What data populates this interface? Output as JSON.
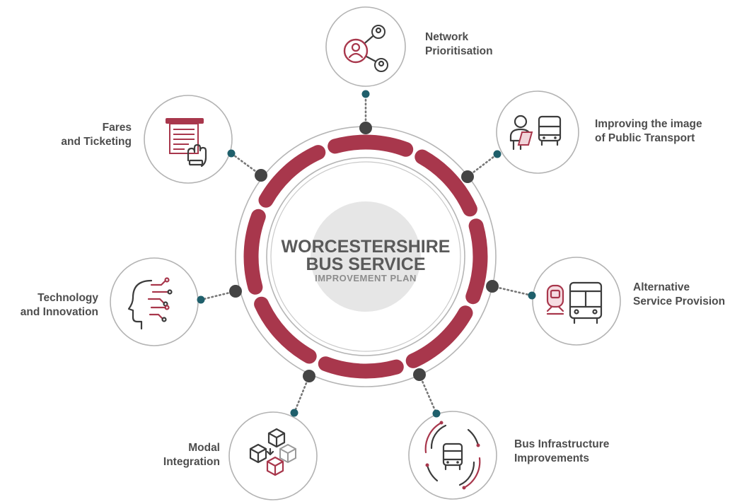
{
  "center": {
    "title_line1": "WORCESTERSHIRE",
    "title_line2": "BUS SERVICE",
    "title_line3": "IMPROVEMENT PLAN"
  },
  "nodes": [
    {
      "id": "network",
      "label_line1": "Network",
      "label_line2": "Prioritisation",
      "icon": "network-people-icon"
    },
    {
      "id": "image",
      "label_line1": "Improving the image",
      "label_line2": "of Public Transport",
      "icon": "person-bus-icon"
    },
    {
      "id": "alternative",
      "label_line1": "Alternative",
      "label_line2": "Service Provision",
      "icon": "train-bus-icon"
    },
    {
      "id": "infrastructure",
      "label_line1": "Bus Infrastructure",
      "label_line2": "Improvements",
      "icon": "bus-routes-icon"
    },
    {
      "id": "modal",
      "label_line1": "Modal",
      "label_line2": "Integration",
      "icon": "cubes-icon"
    },
    {
      "id": "technology",
      "label_line1": "Technology",
      "label_line2": "and Innovation",
      "icon": "head-circuit-icon"
    },
    {
      "id": "fares",
      "label_line1": "Fares",
      "label_line2": "and Ticketing",
      "icon": "ticket-hand-icon"
    }
  ],
  "colors": {
    "accent": "#a8374c",
    "connector_dot": "#1f5f6b",
    "anchor_dot": "#444444",
    "outline": "#b3b3b3",
    "center_fill": "#e6e6e6"
  }
}
